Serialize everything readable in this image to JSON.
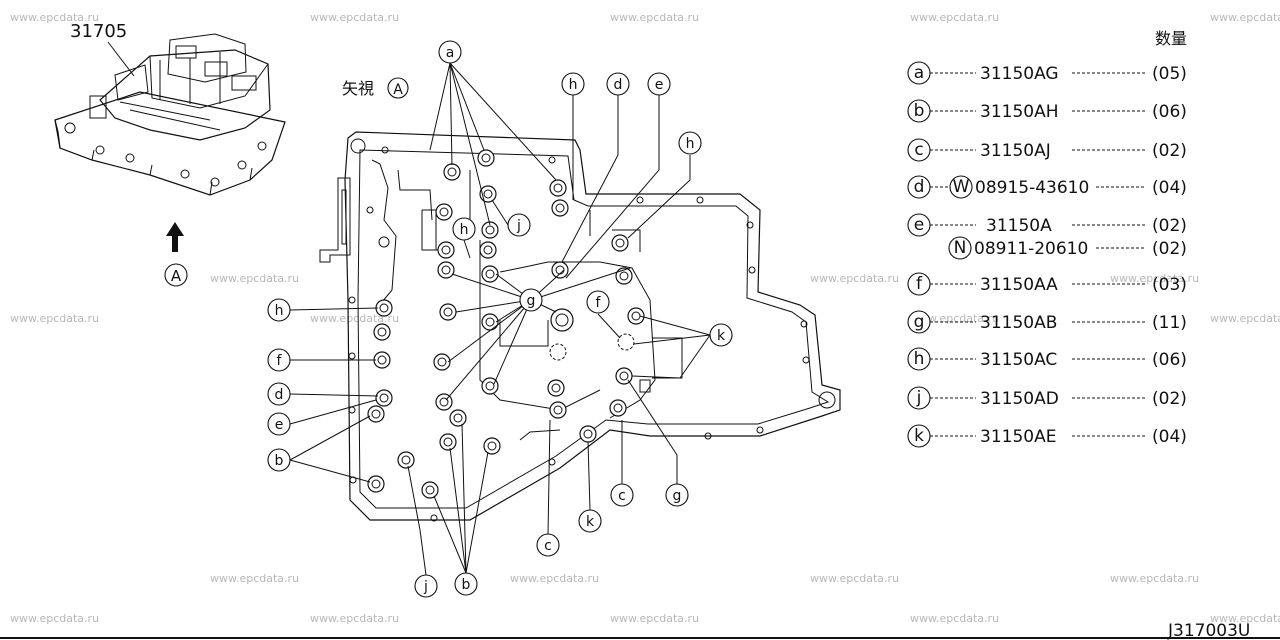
{
  "watermark": "www.epcdata.ru",
  "assembly": {
    "part_number": "31705",
    "view_ref": "A"
  },
  "view_label": {
    "text": "矢視",
    "ref": "A"
  },
  "legend": {
    "qty_header": "数量",
    "rows": [
      {
        "letter": "a",
        "part": "31150AG",
        "qty": "(05)"
      },
      {
        "letter": "b",
        "part": "31150AH",
        "qty": "(06)"
      },
      {
        "letter": "c",
        "part": "31150AJ",
        "qty": "(02)"
      },
      {
        "letter": "d",
        "sub": "W",
        "part": "08915-43610",
        "qty": "(04)"
      },
      {
        "letter": "e",
        "part": "31150A",
        "qty": "(02)"
      },
      {
        "letter": "N",
        "part": "08911-20610",
        "qty": "(02)"
      },
      {
        "letter": "f",
        "part": "31150AA",
        "qty": "(03)"
      },
      {
        "letter": "g",
        "part": "31150AB",
        "qty": "(11)"
      },
      {
        "letter": "h",
        "part": "31150AC",
        "qty": "(06)"
      },
      {
        "letter": "j",
        "part": "31150AD",
        "qty": "(02)"
      },
      {
        "letter": "k",
        "part": "31150AE",
        "qty": "(04)"
      }
    ]
  },
  "callouts": {
    "top_a": "a",
    "top_h1": "h",
    "top_d": "d",
    "top_e": "e",
    "top_h2": "h",
    "mid_h": "h",
    "mid_j": "j",
    "mid_g": "g",
    "mid_f": "f",
    "right_k": "k",
    "left_h": "h",
    "left_f": "f",
    "left_d": "d",
    "left_e": "e",
    "left_b": "b",
    "bot_c1": "c",
    "bot_g": "g",
    "bot_k": "k",
    "bot_c2": "c",
    "bot_j": "j",
    "bot_b": "b"
  },
  "drawing_code": "J317003U"
}
